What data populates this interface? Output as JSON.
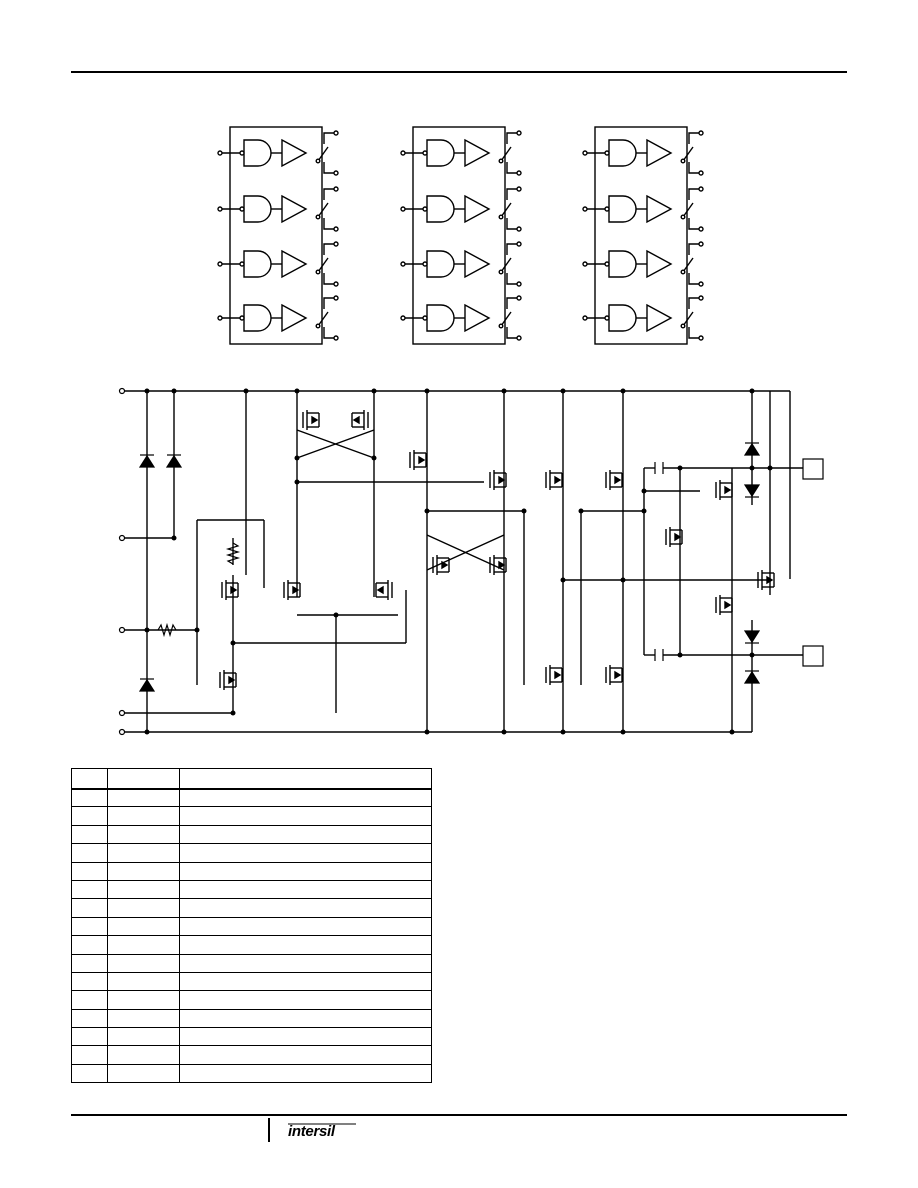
{
  "header": {},
  "switch_diagrams": {
    "count": 3,
    "channels_per_diagram": 4,
    "icons": [
      "and-gate-icon",
      "buffer-icon",
      "switch-icon"
    ]
  },
  "schematic": {
    "icons": [
      "mosfet-icon",
      "diode-icon",
      "resistor-icon",
      "capacitor-icon",
      "pin-box-icon"
    ]
  },
  "pin_table": {
    "header": [
      "",
      "",
      ""
    ],
    "rows": [
      [
        "",
        "",
        ""
      ],
      [
        "",
        "",
        ""
      ],
      [
        "",
        "",
        ""
      ],
      [
        "",
        "",
        ""
      ],
      [
        "",
        "",
        ""
      ],
      [
        "",
        "",
        ""
      ],
      [
        "",
        "",
        ""
      ],
      [
        "",
        "",
        ""
      ],
      [
        "",
        "",
        ""
      ],
      [
        "",
        "",
        ""
      ],
      [
        "",
        "",
        ""
      ],
      [
        "",
        "",
        ""
      ],
      [
        "",
        "",
        ""
      ],
      [
        "",
        "",
        ""
      ],
      [
        "",
        "",
        ""
      ],
      [
        "",
        "",
        ""
      ]
    ]
  },
  "footer": {
    "logo_text": "intersil"
  }
}
